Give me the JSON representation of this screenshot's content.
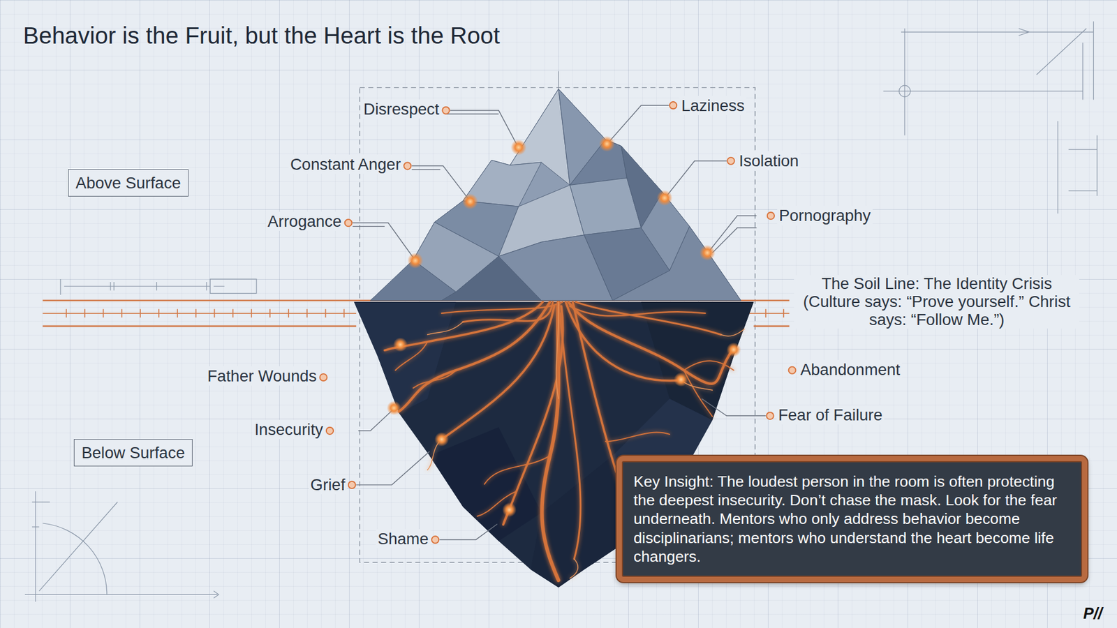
{
  "diagram": {
    "title": "Behavior is the Fruit, but the Heart is the Root",
    "nodes": [
      {
        "text": [
          "Above Surface"
        ]
      },
      {
        "text": [
          "Below Surface"
        ]
      },
      {
        "text": [
          "Key Insight: The loudest person in the room is often protecting the deepest insecurity. Don’t chase the mask. Look for the fear underneath. Mentors who only address behavior become disciplinarians; mentors who understand the heart become life changers."
        ]
      }
    ],
    "labels": [
      "Disrespect",
      "Constant Anger",
      "Arrogance",
      "Laziness",
      "Isolation",
      "Pornography",
      "The Soil Line: The Identity Crisis (Culture says: “Prove yourself.” Christ says: “Follow Me.”)",
      "Father Wounds",
      "Insecurity",
      "Grief",
      "Shame",
      "Abandonment",
      "Fear of Failure",
      "P//"
    ]
  }
}
